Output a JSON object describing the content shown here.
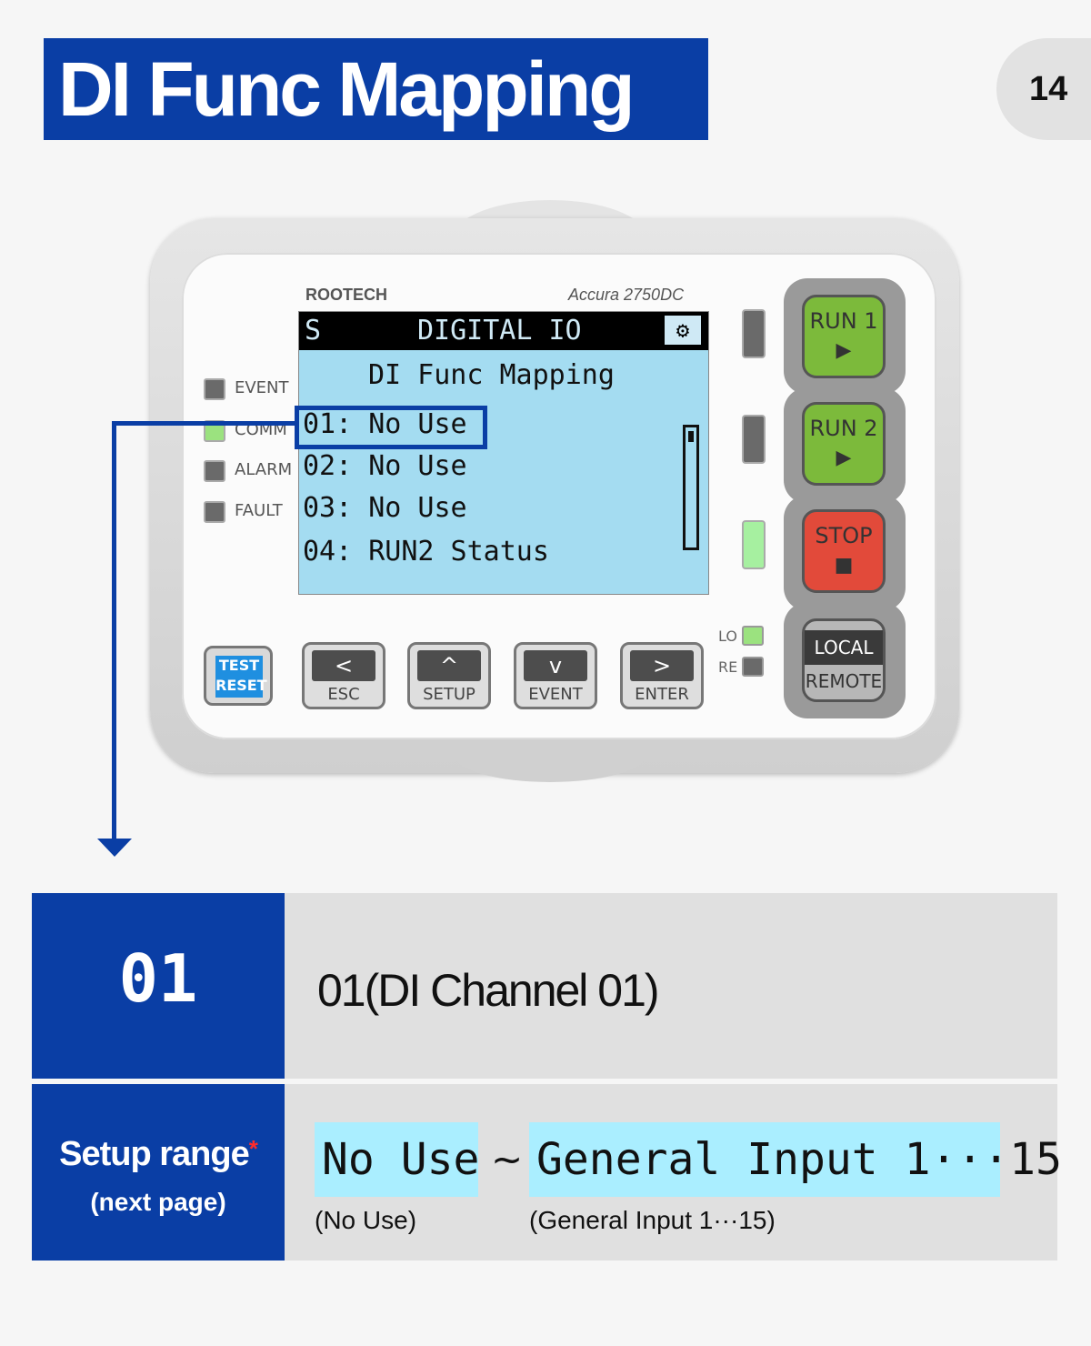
{
  "header": {
    "title": "DI Func Mapping",
    "page_number": "14"
  },
  "device": {
    "brand": "ROOTECH",
    "model": "Accura 2750DC",
    "screen": {
      "mode": "S",
      "title": "DIGITAL IO",
      "subtitle": "DI Func Mapping",
      "lines": [
        "01: No Use",
        "02: No Use",
        "03: No Use",
        "04: RUN2 Status"
      ],
      "settings_icon": "settings-icon"
    },
    "leds": [
      "EVENT",
      "COMM",
      "ALARM",
      "FAULT"
    ],
    "lo_label": "LO",
    "re_label": "RE",
    "buttons": {
      "test": "TEST",
      "reset": "RESET",
      "esc": "ESC",
      "setup": "SETUP",
      "event": "EVENT",
      "enter": "ENTER",
      "esc_symbol": "<",
      "setup_symbol": "^",
      "event_symbol": "v",
      "enter_symbol": ">",
      "run1": "RUN 1",
      "run2": "RUN 2",
      "stop": "STOP",
      "play_symbol": "▶",
      "stop_symbol": "■",
      "local": "LOCAL",
      "remote": "REMOTE"
    }
  },
  "table": {
    "row1": {
      "code": "01",
      "description": "01(DI Channel 01)"
    },
    "row2": {
      "label": "Setup range",
      "asterisk": "*",
      "sublabel": "(next page)",
      "from_value": "No Use",
      "separator": "~",
      "to_value": "General Input 1···15",
      "from_caption": "(No Use)",
      "to_caption": "(General Input 1···15)"
    }
  },
  "colors": {
    "brand_blue": "#0a3ea5",
    "lcd_bg": "#a4dcf1",
    "chip_bg": "#aaeeff"
  }
}
